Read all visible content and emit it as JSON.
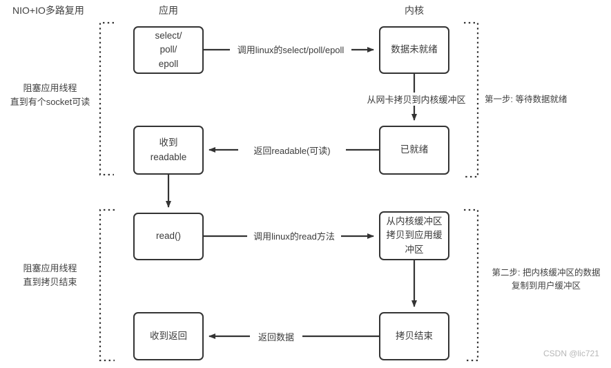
{
  "diagram": {
    "title": "NIO+IO多路复用",
    "columns": [
      {
        "label": "应用"
      },
      {
        "label": "内核"
      }
    ],
    "nodes": [
      {
        "id": "select-poll-epoll",
        "label": "select/\npoll/\nepoll"
      },
      {
        "id": "data-not-ready",
        "label": "数据未就绪"
      },
      {
        "id": "received-readable",
        "label": "收到\nreadable"
      },
      {
        "id": "ready",
        "label": "已就绪"
      },
      {
        "id": "read-call",
        "label": "read()"
      },
      {
        "id": "copy-kernel-to-app",
        "label": "从内核缓\n冲区\n拷贝到应用缓\n冲区"
      },
      {
        "id": "received-return",
        "label": "收到返回"
      },
      {
        "id": "copy-finished",
        "label": "拷贝结束"
      }
    ],
    "node_labels": {
      "select_poll_epoll": "select/<br>poll/<br>epoll",
      "data_not_ready": "数据未就绪",
      "received_readable": "收到<br>readable",
      "ready": "已就绪",
      "read_call": "read()",
      "copy_kernel_to_app": "从内核缓冲区<br>拷贝到应用缓<br>冲区",
      "received_return": "收到返回",
      "copy_finished": "拷贝结束"
    },
    "edges": [
      {
        "id": "call-select",
        "label": "调用linux的select/poll/epoll"
      },
      {
        "id": "nic-to-kernel",
        "label": "从网卡拷贝到内核缓冲区"
      },
      {
        "id": "return-readable",
        "label": "返回readable(可读)"
      },
      {
        "id": "call-read",
        "label": "调用linux的read方法"
      },
      {
        "id": "return-data",
        "label": "返回数据"
      }
    ],
    "left_notes": [
      {
        "id": "block-until-readable",
        "label": "阻塞应用线程\n直到有个socket可读"
      },
      {
        "id": "block-until-copy-done",
        "label": "阻塞应用线程\n直到拷贝结束"
      }
    ],
    "right_notes": [
      {
        "id": "step-one",
        "label": "第一步: 等待数据就绪"
      },
      {
        "id": "step-two",
        "label": "第二步: 把内核缓冲区的数据\n复制到用户缓冲区"
      }
    ],
    "watermark": "CSDN @lic721",
    "colors": {
      "stroke": "#333333",
      "text": "#3b3b3b",
      "background": "#ffffff",
      "watermark": "#b7b7b7"
    }
  }
}
